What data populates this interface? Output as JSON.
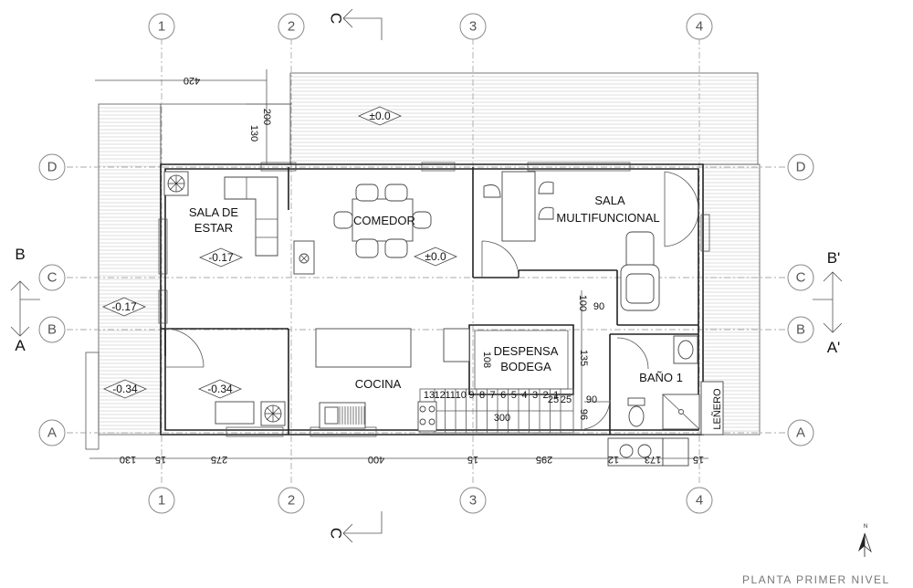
{
  "grid": {
    "columns": [
      "1",
      "2",
      "3",
      "4"
    ],
    "rows": [
      "D",
      "C",
      "B",
      "A"
    ]
  },
  "rooms": {
    "sala_estar": [
      "SALA DE",
      "ESTAR"
    ],
    "comedor": "COMEDOR",
    "sala_multifuncional": [
      "SALA",
      "MULTIFUNCIONAL"
    ],
    "cocina": "COCINA",
    "despensa": [
      "DESPENSA",
      "BODEGA"
    ],
    "bano": "BAÑO 1",
    "lenero": "LEÑERO"
  },
  "levels": {
    "deck_top": "±0.0",
    "sala_estar": "-0.17",
    "comedor": "±0.0",
    "terrace_c": "-0.17",
    "terrace_a": "-0.34",
    "cocina": "-0.34"
  },
  "dimensions": {
    "top_420": "420",
    "v_200": "200",
    "v_130": "130",
    "bottom": [
      "130",
      "15",
      "275",
      "400",
      "15",
      "295",
      "12",
      "173",
      "15"
    ],
    "hall_100": "100",
    "hall_90": "90",
    "despensa_108": "108",
    "despensa_135": "135",
    "stair_25a": "25",
    "stair_25b": "25",
    "stair_90": "90",
    "stair_96": "96",
    "stair_300": "300",
    "steps": [
      "13",
      "12",
      "11",
      "10",
      "9",
      "8",
      "7",
      "6",
      "5",
      "4",
      "3",
      "2",
      "1"
    ]
  },
  "sections": {
    "c_top": "C",
    "c_bottom": "C",
    "b_left": "B",
    "a_left": "A",
    "b_right": "B'",
    "a_right": "A'"
  },
  "north": "N",
  "title": "PLANTA PRIMER NIVEL"
}
